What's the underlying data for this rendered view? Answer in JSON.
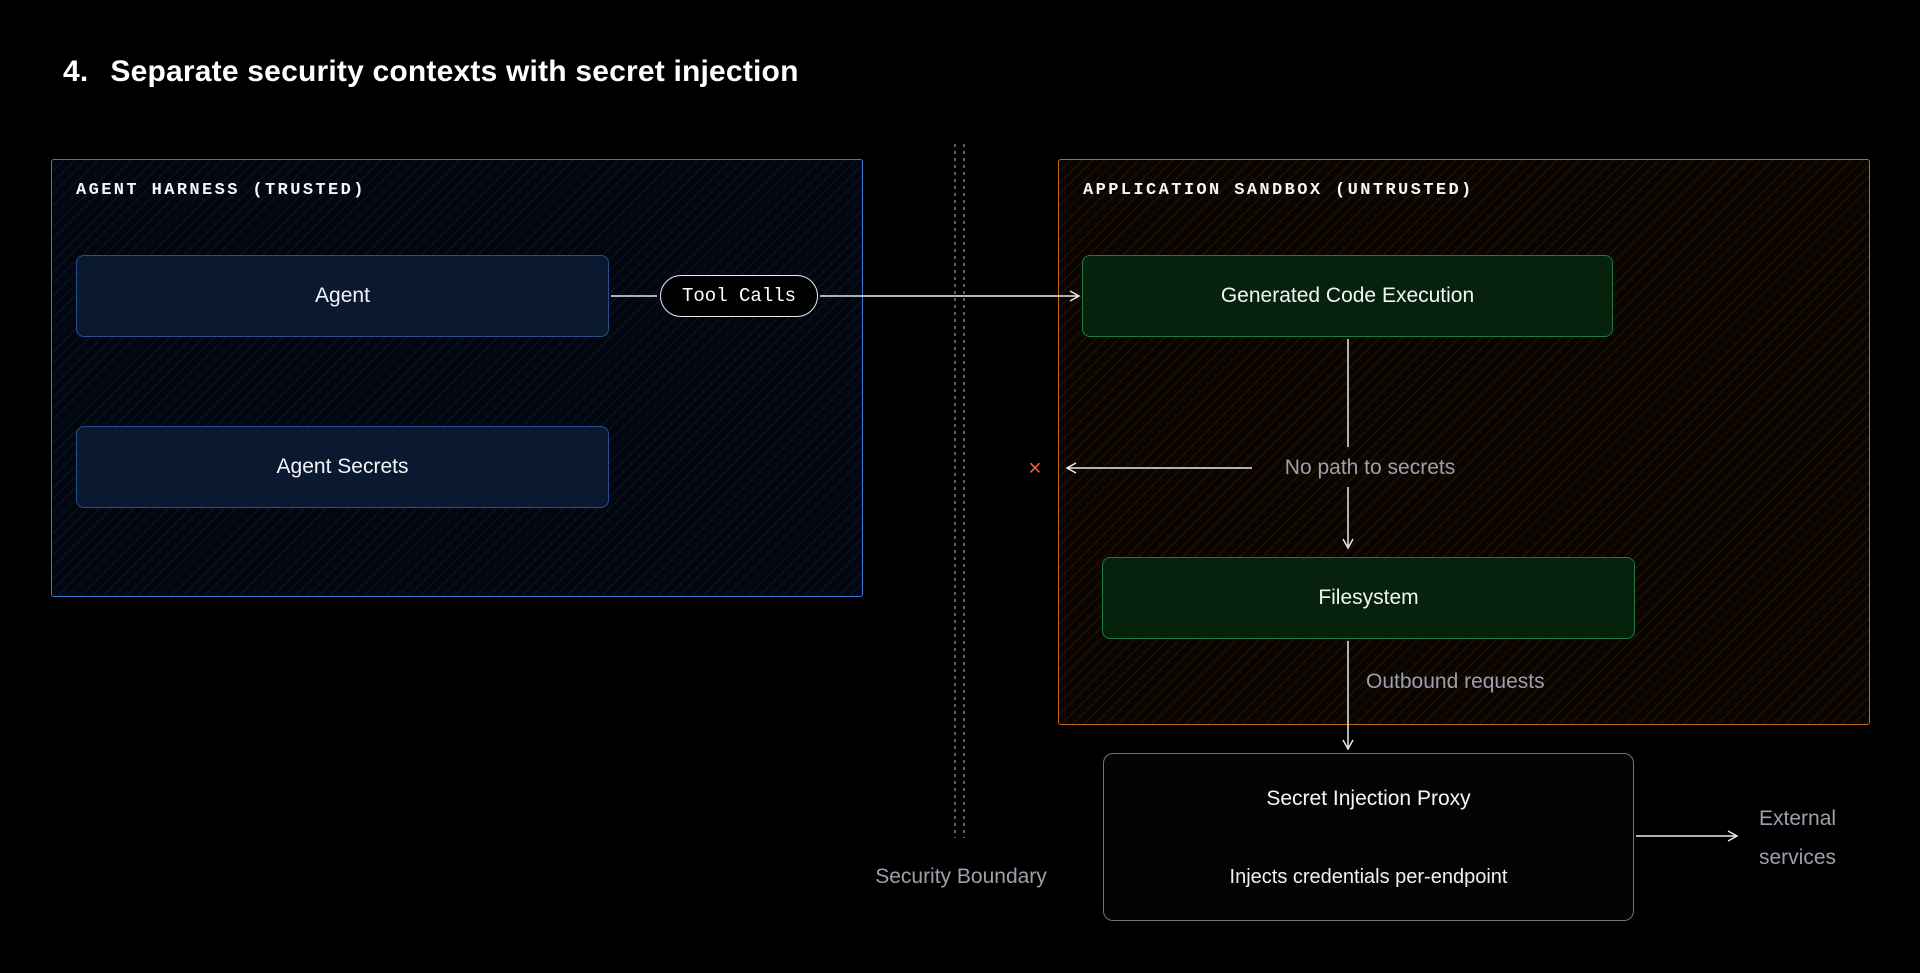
{
  "title": {
    "number": "4.",
    "text": "Separate security contexts with secret injection"
  },
  "harness": {
    "label": "AGENT HARNESS (TRUSTED)",
    "agent_label": "Agent",
    "secrets_label": "Agent Secrets"
  },
  "connector": {
    "tool_calls": "Tool Calls"
  },
  "boundary": {
    "label": "Security Boundary"
  },
  "sandbox": {
    "label": "APPLICATION SANDBOX (UNTRUSTED)",
    "code_execution_label": "Generated Code Execution",
    "filesystem_label": "Filesystem",
    "no_path_label": "No path to secrets",
    "outbound_label": "Outbound requests"
  },
  "proxy": {
    "title": "Secret Injection Proxy",
    "subtitle": "Injects credentials per-endpoint"
  },
  "external": {
    "line1": "External",
    "line2": "services"
  },
  "icons": {
    "blocked_x": "×"
  },
  "colors": {
    "background": "#000000",
    "harness_border": "#3b78d8",
    "sandbox_border": "#c06818",
    "node_blue_bg": "#0a1830",
    "node_blue_border": "#27508f",
    "node_green_bg": "#06220d",
    "node_green_border": "#1f7a42",
    "proxy_border": "#6e747d",
    "blocked_x": "#ef5b41",
    "muted_text": "#9aa1ab",
    "wire": "#e8eaee"
  }
}
